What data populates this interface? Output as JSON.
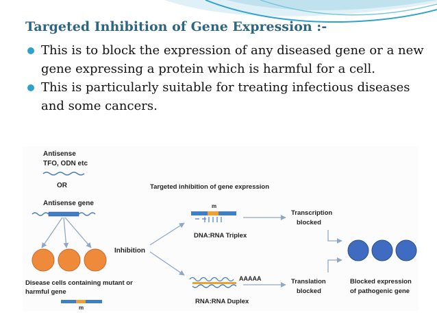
{
  "slide": {
    "title": "Targeted Inhibition of Gene Expression :-",
    "bullets": [
      "This is to block the expression of any diseased gene or a new gene expressing a protein which is harmful for a cell.",
      "This is particularly suitable for treating infectious diseases and some cancers."
    ]
  },
  "figure": {
    "antisense_label": "Antisense",
    "tfo_label": "TFO, ODN etc",
    "or_label": "OR",
    "antisense_gene_label": "Antisense gene",
    "targeted_heading": "Targeted inhibition of gene expression",
    "m_label_top": "m",
    "transcription_label": "Transcription",
    "blocked_label_top": "blocked",
    "inhibition_label": "Inhibition",
    "triplex_label": "DNA:RNA Triplex",
    "polya_label": "AAAAA",
    "translation_label": "Translation",
    "blocked_label_bottom": "blocked",
    "duplex_label": "RNA:RNA Duplex",
    "blocked_expression_label": "Blocked expression",
    "pathogenic_label": "of pathogenic gene",
    "disease_cells_label": "Disease cells containing mutant or",
    "harmful_gene_label": "harmful gene",
    "m_label_bottom": "m"
  },
  "colors": {
    "title": "#2e6680",
    "bullet": "#2ea2cc",
    "disease_cell": "#ee8a3a",
    "blocked_cell": "#3f6cc0",
    "gene_bar": "#3f7fc6",
    "gene_mark": "#f0a030",
    "strand": "#4a7fc0",
    "arrow": "#8fa7c4"
  }
}
